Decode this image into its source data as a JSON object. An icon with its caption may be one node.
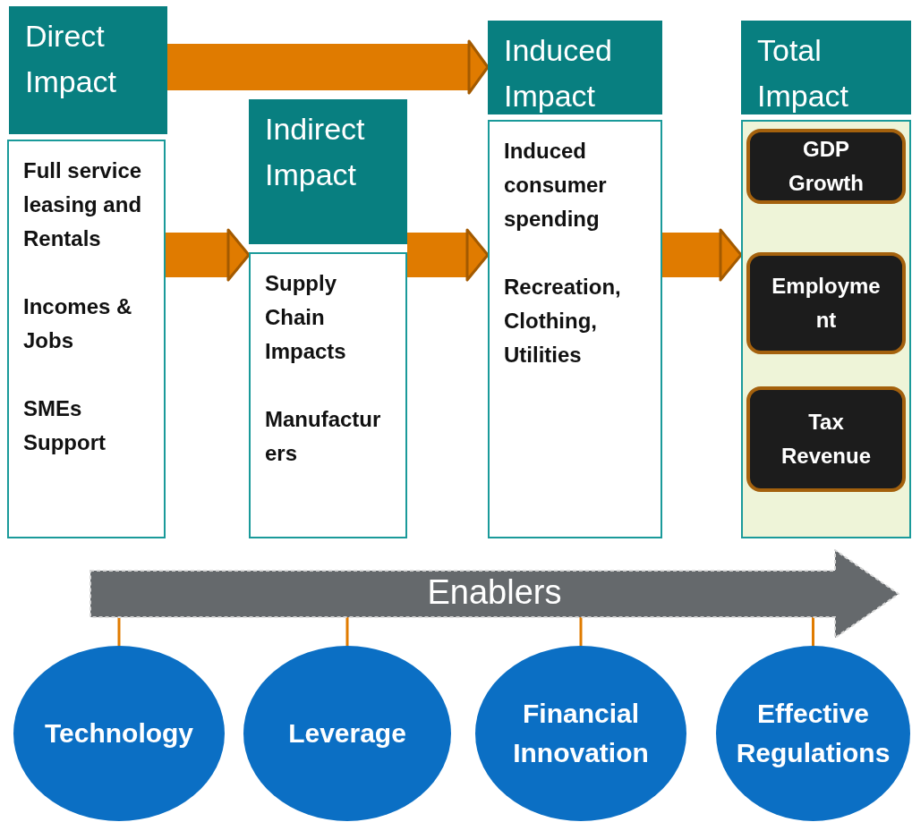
{
  "diagram": {
    "nodes": [
      {
        "text": [
          "Direct Impact"
        ]
      },
      {
        "text": [
          "Full service leasing and Rentals",
          "Incomes & Jobs",
          "SMEs Support"
        ]
      },
      {
        "text": [
          "Indirect Impact"
        ]
      },
      {
        "text": [
          "Supply Chain Impacts",
          "Manufacturers"
        ]
      },
      {
        "text": [
          "Induced Impact"
        ]
      },
      {
        "text": [
          "Induced consumer spending",
          "Recreation, Clothing, Utilities"
        ]
      },
      {
        "text": [
          "Total Impact"
        ]
      },
      {
        "text": [],
        "shape": "box"
      },
      {
        "text": [
          "GDP Growth"
        ],
        "in": 7
      },
      {
        "text": [
          "Employment"
        ],
        "in": 7
      },
      {
        "text": [
          "Tax Revenue"
        ],
        "in": 7
      },
      {
        "text": [
          "Enablers"
        ]
      },
      {
        "text": [
          "Technology"
        ]
      },
      {
        "text": [
          "Leverage"
        ]
      },
      {
        "text": [
          "Financial Innovation"
        ]
      },
      {
        "text": [
          "Effective Regulations"
        ]
      }
    ],
    "edges": [
      {
        "from": 0,
        "to": 4,
        "arrow": "to",
        "style": "thick"
      },
      {
        "from": 1,
        "to": 3,
        "arrow": "to",
        "style": "thick"
      },
      {
        "from": 3,
        "to": 5,
        "arrow": "to",
        "style": "thick"
      },
      {
        "from": 5,
        "to": 7,
        "arrow": "to",
        "style": "thick"
      },
      {
        "from": 11,
        "to": 12,
        "arrow": "none"
      },
      {
        "from": 11,
        "to": 13,
        "arrow": "none"
      },
      {
        "from": 11,
        "to": 14,
        "arrow": "none"
      },
      {
        "from": 11,
        "to": 15,
        "arrow": "none"
      }
    ]
  }
}
